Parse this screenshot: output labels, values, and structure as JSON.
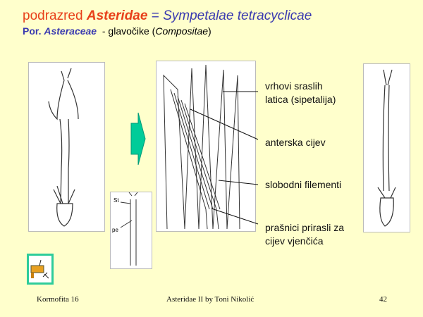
{
  "title": {
    "prefix": "podrazred ",
    "taxon": "Asteridae",
    "eq": " = ",
    "synonym": "Sympetalae tetracyclicae"
  },
  "subtitle": {
    "por": "Por. ",
    "family": "Asteraceae",
    "dash": "  - glavočike (",
    "alt": "Compositae",
    "close": ")"
  },
  "small_figure_labels": {
    "top": "St",
    "side": "pe"
  },
  "labels": [
    {
      "line1": "vrhovi sraslih",
      "line2": "latica (sipetalija)"
    },
    {
      "line1": "anterska cijev"
    },
    {
      "line1": "slobodni filementi"
    },
    {
      "line1": "prašnici prirasli za",
      "line2": "cijev vjenčića"
    }
  ],
  "footer": {
    "left": "Kormofita 16",
    "center": "Asteridae II by Toni Nikolić",
    "right": "42"
  },
  "colors": {
    "background": "#ffffcc",
    "red": "#e8401a",
    "blue": "#3a3ab0",
    "arrow": "#00cc99"
  }
}
